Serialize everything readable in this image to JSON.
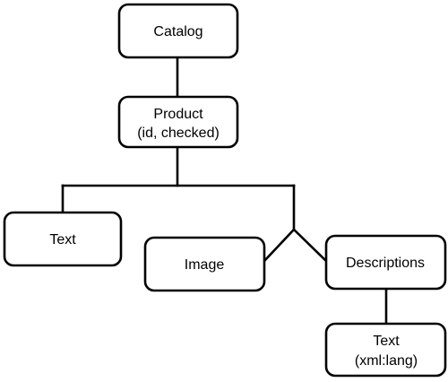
{
  "diagram": {
    "nodes": [
      {
        "id": "catalog",
        "lines": [
          "Catalog"
        ]
      },
      {
        "id": "product",
        "lines": [
          "Product",
          "(id, checked)"
        ]
      },
      {
        "id": "text-1",
        "lines": [
          "Text"
        ]
      },
      {
        "id": "image",
        "lines": [
          "Image"
        ]
      },
      {
        "id": "descriptions",
        "lines": [
          "Descriptions"
        ]
      },
      {
        "id": "text-2",
        "lines": [
          "Text",
          "(xml:lang)"
        ]
      }
    ]
  }
}
